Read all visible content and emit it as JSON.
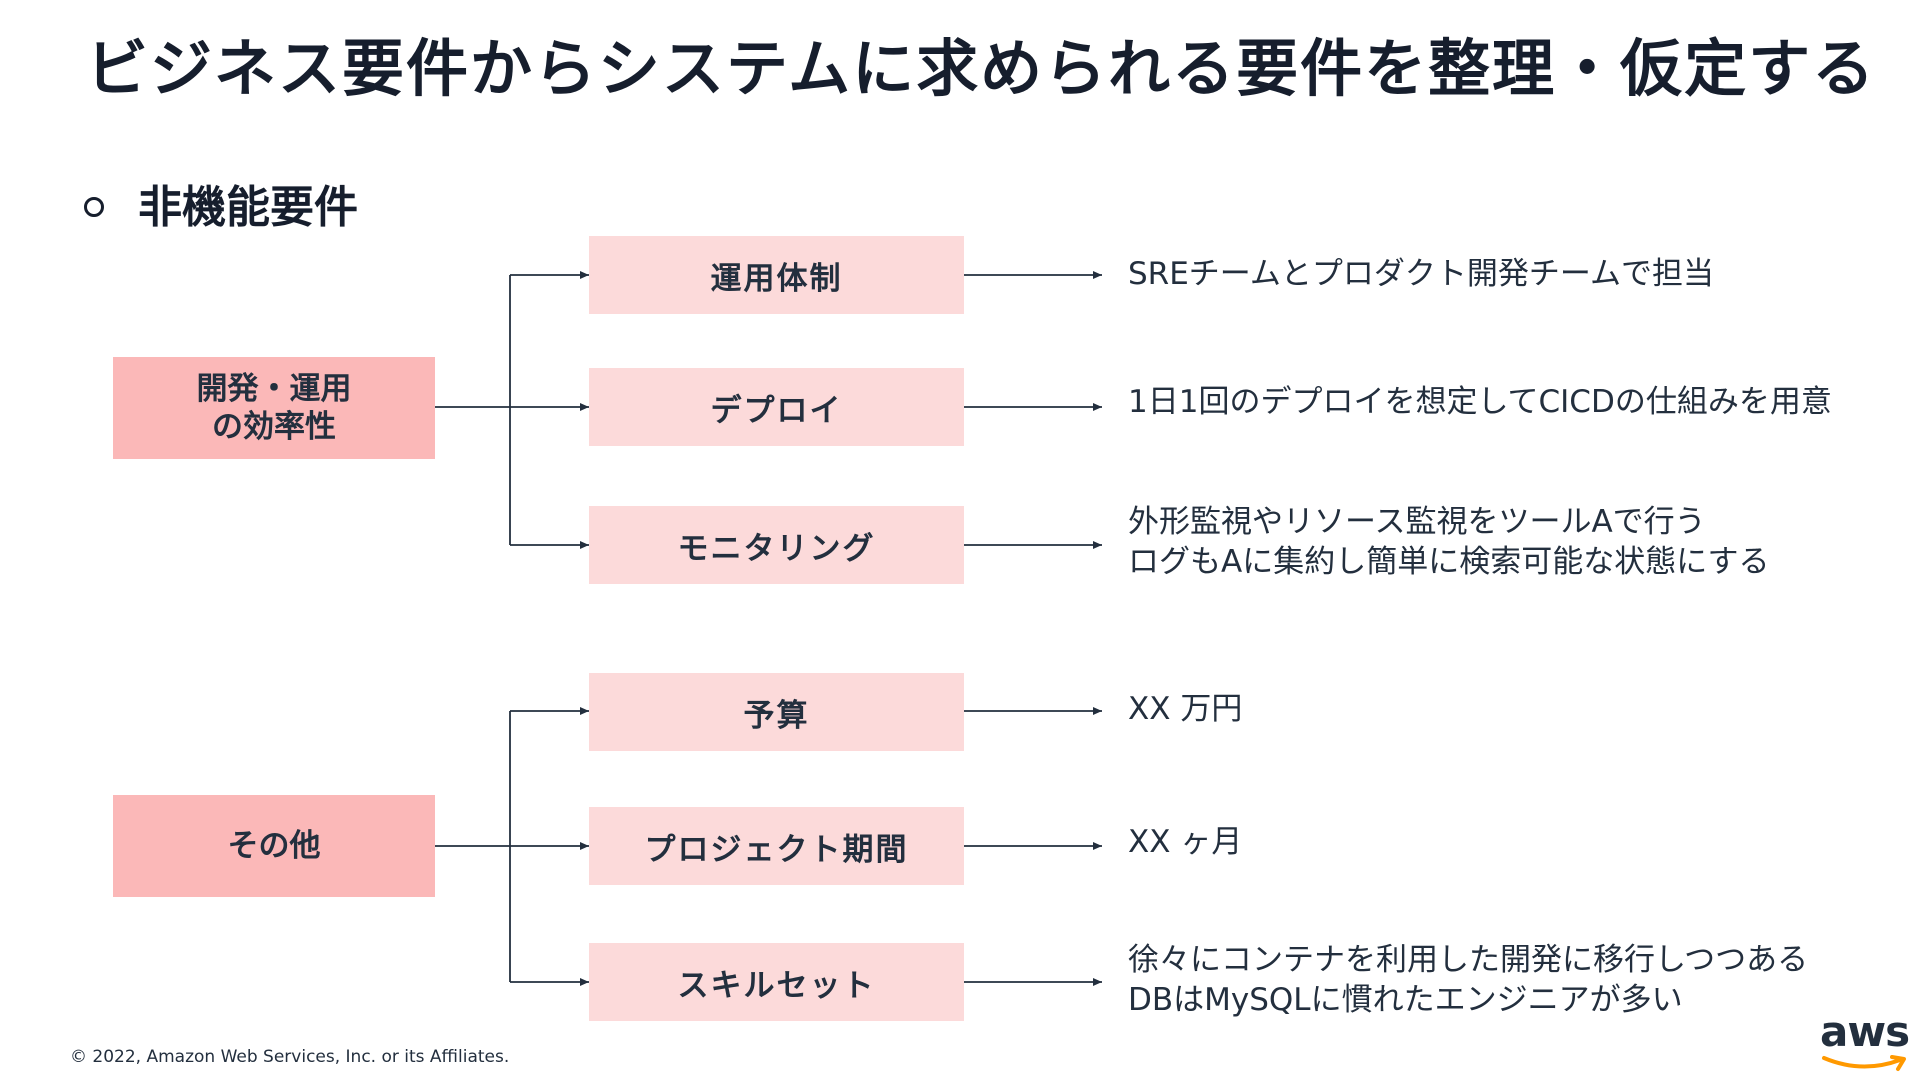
{
  "title": "ビジネス要件からシステムに求められる要件を整理・仮定する",
  "section": {
    "bullet": "○",
    "heading": "非機能要件"
  },
  "groups": [
    {
      "label": "開発・運用\nの効率性",
      "items": [
        {
          "label": "運用体制",
          "desc": "SREチームとプロダクト開発チームで担当"
        },
        {
          "label": "デプロイ",
          "desc": "1日1回のデプロイを想定してCICDの仕組みを用意"
        },
        {
          "label": "モニタリング",
          "desc": "外形監視やリソース監視をツールAで行う\nログもAに集約し簡単に検索可能な状態にする"
        }
      ]
    },
    {
      "label": "その他",
      "items": [
        {
          "label": "予算",
          "desc": "XX 万円"
        },
        {
          "label": "プロジェクト期間",
          "desc": "XX ヶ月"
        },
        {
          "label": "スキルセット",
          "desc": "徐々にコンテナを利用した開発に移行しつつある\nDBはMySQLに慣れたエンジニアが多い"
        }
      ]
    }
  ],
  "footer": "© 2022, Amazon Web Services, Inc. or its Affiliates.",
  "logo": {
    "text": "aws",
    "smile_color": "#ff9900"
  },
  "colors": {
    "category_fill": "#fbb8b8",
    "item_fill": "#fcdada",
    "line": "#232f3e"
  }
}
